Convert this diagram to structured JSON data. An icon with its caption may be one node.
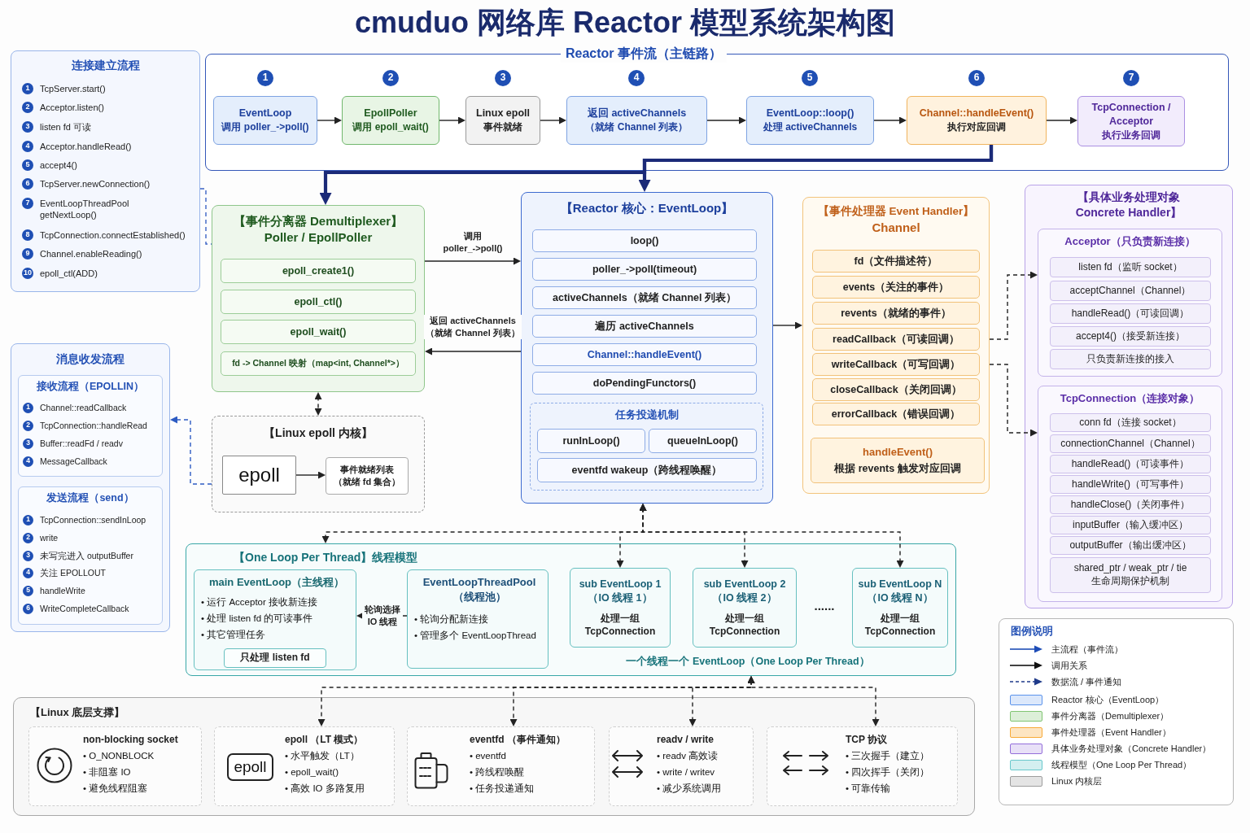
{
  "diagram": {
    "title": "cmuduo 网络库 Reactor 模型系统架构图",
    "nodes": [
      {
        "text": [
          "连接建立流程"
        ]
      },
      {
        "text": [
          "1"
        ],
        "in": 0,
        "beside": [
          "TcpServer.start()"
        ]
      },
      {
        "text": [
          "2"
        ],
        "in": 0,
        "beside": [
          "Acceptor.listen()"
        ]
      },
      {
        "text": [
          "3"
        ],
        "in": 0,
        "beside": [
          "listen fd 可读"
        ]
      },
      {
        "text": [
          "4"
        ],
        "in": 0,
        "beside": [
          "Acceptor.handleRead()"
        ]
      },
      {
        "text": [
          "5"
        ],
        "in": 0,
        "beside": [
          "accept4()"
        ]
      },
      {
        "text": [
          "6"
        ],
        "in": 0,
        "beside": [
          "TcpServer.newConnection()"
        ]
      },
      {
        "text": [
          "7"
        ],
        "in": 0,
        "beside": [
          "EventLoopThreadPool getNextLoop()"
        ]
      },
      {
        "text": [
          "8"
        ],
        "in": 0,
        "beside": [
          "TcpConnection.connectEstablished()"
        ]
      },
      {
        "text": [
          "9"
        ],
        "in": 0,
        "beside": [
          "Channel.enableReading()"
        ]
      },
      {
        "text": [
          "10"
        ],
        "in": 0,
        "beside": [
          "epoll_ctl(ADD)"
        ]
      },
      {
        "text": [
          "Reactor 事件流（主链路）"
        ]
      },
      {
        "text": [
          "1"
        ],
        "in": 11
      },
      {
        "text": [
          "2"
        ],
        "in": 11
      },
      {
        "text": [
          "3"
        ],
        "in": 11
      },
      {
        "text": [
          "4"
        ],
        "in": 11
      },
      {
        "text": [
          "5"
        ],
        "in": 11
      },
      {
        "text": [
          "6"
        ],
        "in": 11
      },
      {
        "text": [
          "7"
        ],
        "in": 11
      },
      {
        "text": [
          "EventLoop",
          "调用 poller_->poll()"
        ],
        "in": 11
      },
      {
        "text": [
          "EpollPoller",
          "调用 epoll_wait()"
        ],
        "in": 11
      },
      {
        "text": [
          "Linux epoll",
          "事件就绪"
        ],
        "in": 11
      },
      {
        "text": [
          "返回 activeChannels",
          "（就绪 Channel 列表）"
        ],
        "in": 11
      },
      {
        "text": [
          "EventLoop::loop()",
          "处理 activeChannels"
        ],
        "in": 11
      },
      {
        "text": [
          "Channel::handleEvent()",
          "执行对应回调"
        ],
        "in": 11
      },
      {
        "text": [
          "TcpConnection / Acceptor",
          "执行业务回调"
        ],
        "in": 11
      },
      {
        "text": [
          "【事件分离器 Demultiplexer】",
          "Poller / EpollPoller"
        ]
      },
      {
        "text": [
          "epoll_create1()"
        ],
        "in": 26
      },
      {
        "text": [
          "epoll_ctl()"
        ],
        "in": 26
      },
      {
        "text": [
          "epoll_wait()"
        ],
        "in": 26
      },
      {
        "text": [
          "fd -> Channel 映射（map<int, Channel*>）"
        ],
        "in": 26
      },
      {
        "text": [
          "【Reactor 核心：EventLoop】"
        ]
      },
      {
        "text": [
          "loop()"
        ],
        "in": 31
      },
      {
        "text": [
          "poller_->poll(timeout)"
        ],
        "in": 31
      },
      {
        "text": [
          "activeChannels（就绪 Channel 列表）"
        ],
        "in": 31
      },
      {
        "text": [
          "遍历 activeChannels"
        ],
        "in": 31
      },
      {
        "text": [
          "Channel::handleEvent()"
        ],
        "in": 31
      },
      {
        "text": [
          "doPendingFunctors()"
        ],
        "in": 31
      },
      {
        "text": [
          "任务投递机制"
        ],
        "in": 31
      },
      {
        "text": [
          "runInLoop()"
        ],
        "in": 38
      },
      {
        "text": [
          "queueInLoop()"
        ],
        "in": 38
      },
      {
        "text": [
          "eventfd wakeup（跨线程唤醒）"
        ],
        "in": 38
      },
      {
        "text": [
          "【事件处理器 Event Handler】",
          "Channel"
        ]
      },
      {
        "text": [
          "fd（文件描述符）"
        ],
        "in": 42
      },
      {
        "text": [
          "events（关注的事件）"
        ],
        "in": 42
      },
      {
        "text": [
          "revents（就绪的事件）"
        ],
        "in": 42
      },
      {
        "text": [
          "readCallback（可读回调）"
        ],
        "in": 42
      },
      {
        "text": [
          "writeCallback（可写回调）"
        ],
        "in": 42
      },
      {
        "text": [
          "closeCallback（关闭回调）"
        ],
        "in": 42
      },
      {
        "text": [
          "errorCallback（错误回调）"
        ],
        "in": 42
      },
      {
        "text": [
          "handleEvent()",
          "根据 revents 触发对应回调"
        ],
        "in": 42
      },
      {
        "text": [
          "【具体业务处理对象 Concrete Handler】"
        ]
      },
      {
        "text": [
          "Acceptor（只负责新连接）"
        ],
        "in": 51
      },
      {
        "text": [
          "listen fd（监听 socket）"
        ],
        "in": 52
      },
      {
        "text": [
          "acceptChannel（Channel）"
        ],
        "in": 52
      },
      {
        "text": [
          "handleRead()（可读回调）"
        ],
        "in": 52
      },
      {
        "text": [
          "accept4()（接受新连接）"
        ],
        "in": 52
      },
      {
        "text": [
          "只负责新连接的接入"
        ],
        "in": 52
      },
      {
        "text": [
          "TcpConnection（连接对象）"
        ],
        "in": 51
      },
      {
        "text": [
          "conn fd（连接 socket）"
        ],
        "in": 58
      },
      {
        "text": [
          "connectionChannel（Channel）"
        ],
        "in": 58
      },
      {
        "text": [
          "handleRead()（可读事件）"
        ],
        "in": 58
      },
      {
        "text": [
          "handleWrite()（可写事件）"
        ],
        "in": 58
      },
      {
        "text": [
          "handleClose()（关闭事件）"
        ],
        "in": 58
      },
      {
        "text": [
          "inputBuffer（输入缓冲区）"
        ],
        "in": 58
      },
      {
        "text": [
          "outputBuffer（输出缓冲区）"
        ],
        "in": 58
      },
      {
        "text": [
          "shared_ptr / weak_ptr / tie 生命周期保护机制"
        ],
        "in": 58
      },
      {
        "text": [
          "【Linux epoll 内核】"
        ]
      },
      {
        "text": [
          "epoll"
        ],
        "in": 67
      },
      {
        "text": [
          "事件就绪列表",
          "（就绪 fd 集合）"
        ],
        "in": 67
      },
      {
        "text": [
          "消息收发流程"
        ]
      },
      {
        "text": [
          "接收流程（EPOLLIN）"
        ],
        "in": 70
      },
      {
        "text": [
          "1"
        ],
        "in": 71,
        "beside": [
          "Channel::readCallback"
        ]
      },
      {
        "text": [
          "2"
        ],
        "in": 71,
        "beside": [
          "TcpConnection::handleRead"
        ]
      },
      {
        "text": [
          "3"
        ],
        "in": 71,
        "beside": [
          "Buffer::readFd / readv"
        ]
      },
      {
        "text": [
          "4"
        ],
        "in": 71,
        "beside": [
          "MessageCallback"
        ]
      },
      {
        "text": [
          "发送流程（send）"
        ],
        "in": 70
      },
      {
        "text": [
          "1"
        ],
        "in": 76,
        "beside": [
          "TcpConnection::sendInLoop"
        ]
      },
      {
        "text": [
          "2"
        ],
        "in": 76,
        "beside": [
          "write"
        ]
      },
      {
        "text": [
          "3"
        ],
        "in": 76,
        "beside": [
          "未写完进入 outputBuffer"
        ]
      },
      {
        "text": [
          "4"
        ],
        "in": 76,
        "beside": [
          "关注 EPOLLOUT"
        ]
      },
      {
        "text": [
          "5"
        ],
        "in": 76,
        "beside": [
          "handleWrite"
        ]
      },
      {
        "text": [
          "6"
        ],
        "in": 76,
        "beside": [
          "WriteCompleteCallback"
        ]
      },
      {
        "text": [
          "【One Loop Per Thread】线程模型",
          "一个线程一个 EventLoop（One Loop Per Thread）"
        ]
      },
      {
        "text": [
          "main EventLoop（主线程）",
          "• 运行 Acceptor 接收新连接",
          "• 处理 listen fd 的可读事件",
          "• 其它管理任务"
        ],
        "in": 83
      },
      {
        "text": [
          "只处理 listen fd"
        ],
        "in": 84
      },
      {
        "text": [
          "EventLoopThreadPool",
          "（线程池）",
          "• 轮询分配新连接",
          "• 管理多个 EventLoopThread"
        ],
        "in": 83
      },
      {
        "text": [
          "sub EventLoop 1",
          "（IO 线程 1）",
          "处理一组 TcpConnection"
        ],
        "in": 83
      },
      {
        "text": [
          "sub EventLoop 2",
          "（IO 线程 2）",
          "处理一组 TcpConnection"
        ],
        "in": 83
      },
      {
        "text": [
          "sub EventLoop N",
          "（IO 线程 N）",
          "处理一组 TcpConnection"
        ],
        "in": 83
      },
      {
        "text": [
          "【Linux 底层支撑】"
        ]
      },
      {
        "text": [
          "non-blocking socket",
          "• O_NONBLOCK",
          "• 非阻塞 IO",
          "• 避免线程阻塞"
        ],
        "in": 90
      },
      {
        "text": [
          "epoll （LT 模式）",
          "• 水平触发（LT）",
          "• epoll_wait()",
          "• 高效 IO 多路复用"
        ],
        "in": 90
      },
      {
        "text": [
          "epoll"
        ],
        "in": 92
      },
      {
        "text": [
          "eventfd （事件通知）",
          "• eventfd",
          "• 跨线程唤醒",
          "• 任务投递通知"
        ],
        "in": 90
      },
      {
        "text": [
          "readv / write",
          "• readv 高效读",
          "• write / writev",
          "• 减少系统调用"
        ],
        "in": 90
      },
      {
        "text": [
          "TCP 协议",
          "• 三次握手（建立）",
          "• 四次挥手（关闭）",
          "• 可靠传输"
        ],
        "in": 90
      }
    ],
    "edges": [
      {
        "from": 0,
        "to": 26,
        "arrow": "none",
        "style": "dashed",
        "color": "#3b63c4"
      },
      {
        "from": 19,
        "to": 20,
        "arrow": "to"
      },
      {
        "from": 20,
        "to": 21,
        "arrow": "to"
      },
      {
        "from": 21,
        "to": 22,
        "arrow": "to"
      },
      {
        "from": 22,
        "to": 23,
        "arrow": "to"
      },
      {
        "from": 23,
        "to": 24,
        "arrow": "to"
      },
      {
        "from": 24,
        "to": 25,
        "arrow": "to"
      },
      {
        "from": 24,
        "to": 31,
        "arrow": "to",
        "style": "thick",
        "color": "#1b2a78"
      },
      {
        "from": 24,
        "to": 26,
        "arrow": "to",
        "style": "thick",
        "color": "#1b2a78"
      },
      {
        "from": 26,
        "to": 31,
        "arrow": "to",
        "label": "调用 poller_->poll()"
      },
      {
        "from": 31,
        "to": 26,
        "arrow": "to",
        "label": "返回 activeChannels （就绪 Channel 列表）"
      },
      {
        "from": 31,
        "to": 42,
        "arrow": "to"
      },
      {
        "from": 42,
        "to": 52,
        "arrow": "to",
        "style": "dashed"
      },
      {
        "from": 42,
        "to": 58,
        "arrow": "to",
        "style": "dashed"
      },
      {
        "from": 26,
        "to": 67,
        "arrow": "both",
        "style": "dashed"
      },
      {
        "from": 68,
        "to": 69,
        "arrow": "to"
      },
      {
        "from": 67,
        "to": 70,
        "arrow": "to",
        "style": "dashed",
        "color": "#2d5bc2"
      },
      {
        "from": 31,
        "to": 83,
        "arrow": "both",
        "style": "dashed"
      },
      {
        "from": 31,
        "to": 87,
        "arrow": "both",
        "style": "dashed"
      },
      {
        "from": 31,
        "to": 88,
        "arrow": "both",
        "style": "dashed"
      },
      {
        "from": 31,
        "to": 89,
        "arrow": "both",
        "style": "dashed"
      },
      {
        "from": 86,
        "to": 84,
        "arrow": "to",
        "style": "dashed",
        "label": "轮询选择 IO 线程"
      },
      {
        "from": 83,
        "to": 92,
        "arrow": "both",
        "style": "dashed"
      },
      {
        "from": 83,
        "to": 94,
        "arrow": "both",
        "style": "dashed"
      },
      {
        "from": 83,
        "to": 95,
        "arrow": "both",
        "style": "dashed"
      },
      {
        "from": 83,
        "to": 96,
        "arrow": "both",
        "style": "dashed"
      }
    ],
    "labels": [
      "......",
      "图例说明"
    ],
    "legend": [
      {
        "text": "主流程（事件流）"
      },
      {
        "text": "调用关系"
      },
      {
        "text": "数据流 / 事件通知"
      },
      {
        "text": "Reactor 核心（EventLoop）",
        "color": "#dce8fb"
      },
      {
        "text": "事件分离器（Demultiplexer）",
        "color": "#dcefd8"
      },
      {
        "text": "事件处理器（Event Handler）",
        "color": "#fde5c2"
      },
      {
        "text": "具体业务处理对象（Concrete Handler）",
        "color": "#e8e0f7"
      },
      {
        "text": "线程模型（One Loop Per Thread）",
        "color": "#d3eff0"
      },
      {
        "text": "Linux 内核层",
        "color": "#e4e4e4"
      }
    ]
  }
}
